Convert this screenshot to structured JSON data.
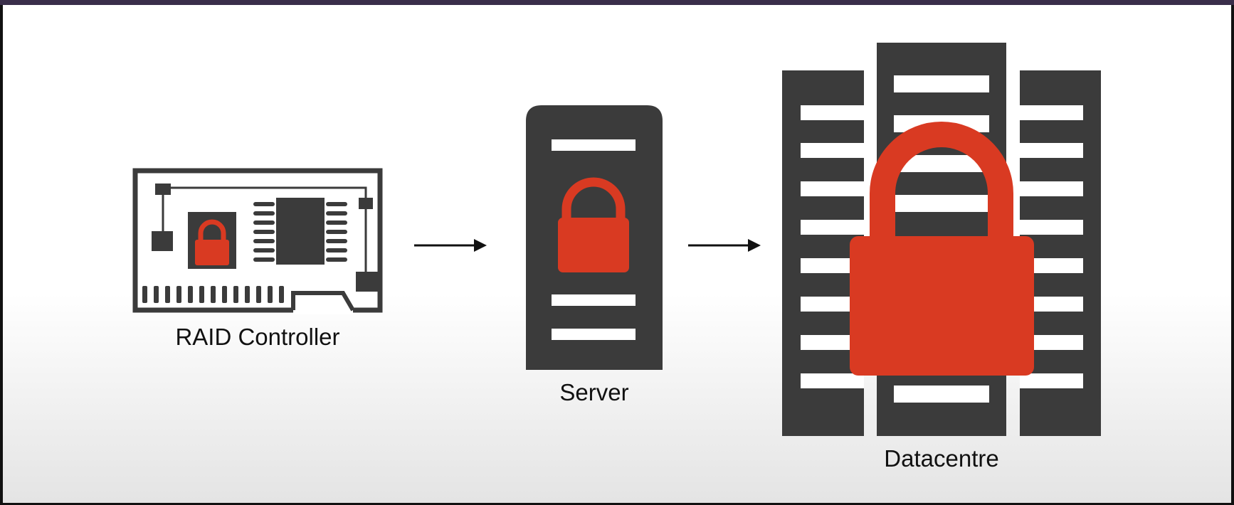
{
  "nodes": [
    {
      "id": "raid",
      "label": "RAID Controller",
      "icon": "raid-card-lock-icon"
    },
    {
      "id": "server",
      "label": "Server",
      "icon": "server-lock-icon"
    },
    {
      "id": "datacentre",
      "label": "Datacentre",
      "icon": "datacentre-lock-icon"
    }
  ],
  "edges": [
    {
      "from": "raid",
      "to": "server"
    },
    {
      "from": "server",
      "to": "datacentre"
    }
  ],
  "colors": {
    "dark": "#3b3b3b",
    "lock": "#d93a22",
    "arrow": "#111111",
    "slot": "#ffffff"
  }
}
